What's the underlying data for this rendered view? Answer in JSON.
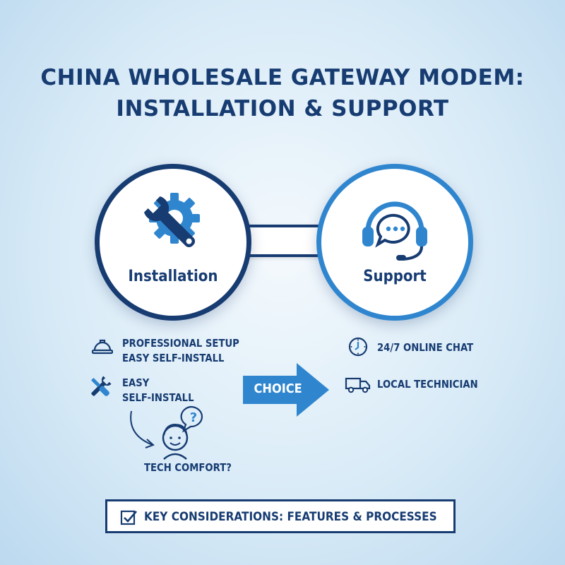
{
  "title": {
    "line1": "CHINA WHOLESALE GATEWAY MODEM:",
    "line2": "INSTALLATION & SUPPORT"
  },
  "installation": {
    "label": "Installation",
    "items": [
      {
        "icon": "hard-hat-icon",
        "lines": [
          "PROFESSIONAL SETUP",
          "EASY SELF-INSTALL"
        ]
      },
      {
        "icon": "tools-icon",
        "lines": [
          "EASY",
          "SELF-INSTALL"
        ]
      }
    ],
    "comfort_label": "TECH COMFORT?"
  },
  "support": {
    "label": "Support",
    "items": [
      {
        "icon": "clock-icon",
        "text": "24/7 ONLINE CHAT"
      },
      {
        "icon": "truck-icon",
        "text": "LOCAL TECHNICIAN"
      }
    ]
  },
  "choice_label": "CHOICE",
  "bottom_banner": "KEY CONSIDERATIONS: FEATURES & PROCESSES",
  "colors": {
    "navy": "#173c72",
    "blue": "#2f86cf",
    "background": "#d9ebf7"
  }
}
